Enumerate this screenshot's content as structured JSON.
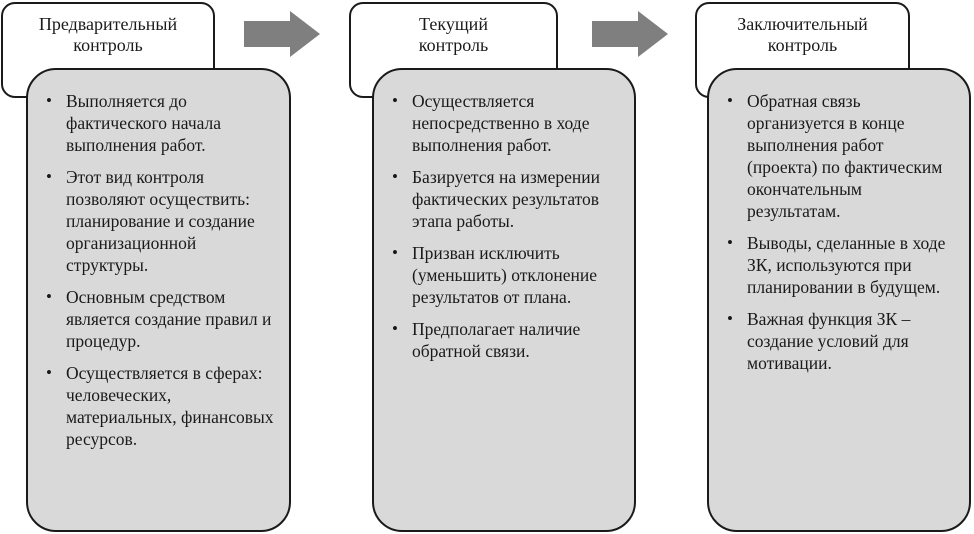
{
  "columns": [
    {
      "title": [
        "Предварительный",
        "контроль"
      ],
      "items": [
        "Выполняется до фактического начала выполнения работ.",
        "Этот вид контроля позволяют осуществить: планирование и создание организационной структуры.",
        "Основным средством является создание правил и процедур.",
        "Осуществляется в сферах: человеческих, материальных, финансовых ресурсов."
      ]
    },
    {
      "title": [
        "Текущий",
        "контроль"
      ],
      "items": [
        "Осуществляется непосредственно в ходе выполнения работ.",
        "Базируется на измерении фактических результатов этапа работы.",
        "Призван исключить (уменьшить) отклонение результатов от плана.",
        "Предполагает наличие обратной связи."
      ]
    },
    {
      "title": [
        "Заключительный",
        "контроль"
      ],
      "items": [
        "Обратная связь организуется в конце выполнения работ (проекта) по фактическим окончательным результатам.",
        "Выводы, сделанные в ходе ЗК, используются при планировании в будущем.",
        "Важная функция ЗК – создание условий для мотивации."
      ]
    }
  ],
  "colors": {
    "panel": "#d9d9d9",
    "arrow": "#7f7f7f",
    "border": "#1a1a1a"
  }
}
